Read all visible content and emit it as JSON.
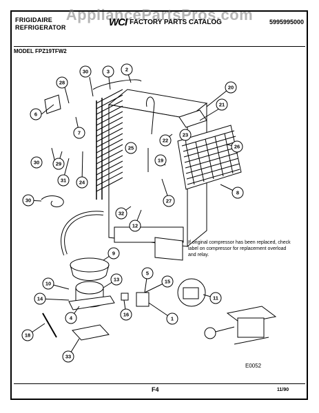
{
  "watermark": "AppliancePartsPros.com",
  "header": {
    "brand_line1": "FRIGIDAIRE",
    "brand_line2": "REFRIGERATOR",
    "logo": "WCI",
    "catalog_title": "FACTORY PARTS CATALOG",
    "part_number": "5995995000"
  },
  "model": "MODEL FPZ19TFW2",
  "note": "If original compressor has been replaced, check label on compressor for replacement overload and relay.",
  "drawing_code": "E0052",
  "page": "F4",
  "date": "11/90",
  "callouts": [
    "30",
    "3",
    "2",
    "28",
    "6",
    "7",
    "20",
    "21",
    "22",
    "23",
    "26",
    "25",
    "19",
    "30",
    "29",
    "31",
    "24",
    "27",
    "8",
    "30",
    "32",
    "12",
    "9",
    "10",
    "14",
    "13",
    "5",
    "15",
    "16",
    "11",
    "4",
    "1",
    "18",
    "33"
  ]
}
